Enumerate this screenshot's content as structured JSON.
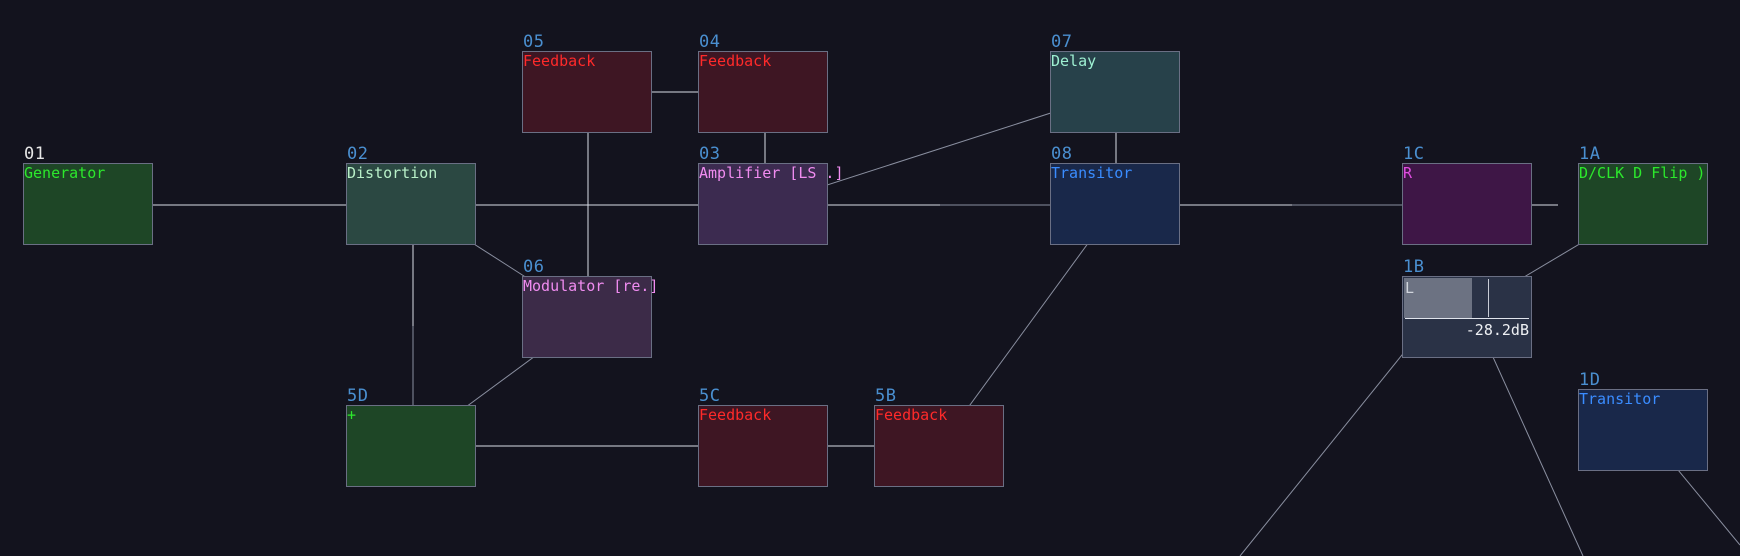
{
  "nodes": [
    {
      "id": "01",
      "title": "Generator",
      "id_color": "#e6e6e6",
      "title_color": "#2ce82c",
      "bg": "#1e4626"
    },
    {
      "id": "02",
      "title": "Distortion",
      "id_color": "#4a8fd0",
      "title_color": "#b8f0c8",
      "bg": "#2b4842"
    },
    {
      "id": "05",
      "title": "Feedback",
      "id_color": "#4a8fd0",
      "title_color": "#ff2a2a",
      "bg": "#3e1623"
    },
    {
      "id": "04",
      "title": "Feedback",
      "id_color": "#4a8fd0",
      "title_color": "#ff2a2a",
      "bg": "#3e1623"
    },
    {
      "id": "07",
      "title": "Delay",
      "id_color": "#4a8fd0",
      "title_color": "#9ef0d2",
      "bg": "#27414a"
    },
    {
      "id": "03",
      "title": "Amplifier [LS .]",
      "id_color": "#4a8fd0",
      "title_color": "#f08cf0",
      "bg": "#3c2b50"
    },
    {
      "id": "08",
      "title": "Transitor",
      "id_color": "#4a8fd0",
      "title_color": "#3a8cff",
      "bg": "#19284a"
    },
    {
      "id": "1C",
      "title": "R",
      "id_color": "#4a8fd0",
      "title_color": "#e24ee2",
      "bg": "#3e1646"
    },
    {
      "id": "1A",
      "title": "D/CLK D Flip )",
      "id_color": "#4a8fd0",
      "title_color": "#2ce82c",
      "bg": "#1e4626"
    },
    {
      "id": "06",
      "title": "Modulator [re.]",
      "id_color": "#4a8fd0",
      "title_color": "#f08cf0",
      "bg": "#3c2b48"
    },
    {
      "id": "1B",
      "title": "",
      "id_color": "#4a8fd0",
      "title_color": "#d0d4dc",
      "bg": "#2a3246"
    },
    {
      "id": "5D",
      "title": "+",
      "id_color": "#4a8fd0",
      "title_color": "#2ce82c",
      "bg": "#1e4626"
    },
    {
      "id": "5C",
      "title": "Feedback",
      "id_color": "#4a8fd0",
      "title_color": "#ff2a2a",
      "bg": "#3e1623"
    },
    {
      "id": "5B",
      "title": "Feedback",
      "id_color": "#4a8fd0",
      "title_color": "#ff2a2a",
      "bg": "#3e1623"
    },
    {
      "id": "1D",
      "title": "Transitor",
      "id_color": "#4a8fd0",
      "title_color": "#3a8cff",
      "bg": "#19284a"
    }
  ],
  "meter": {
    "channel": "L",
    "value_text": "-28.2dB",
    "level_fraction": 0.53
  },
  "colors": {
    "background": "#13131e",
    "wire": "#8a8fa0",
    "wire_bright": "#d8dce6"
  }
}
